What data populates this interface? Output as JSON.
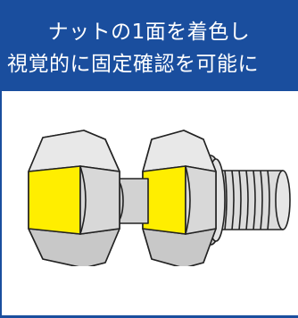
{
  "header": {
    "line1": "ナットの1面を着色し",
    "line2": "視覚的に固定確認を可能に"
  },
  "colors": {
    "header_bg": "#1a4e9e",
    "nut_face_highlight": "#ffee00",
    "metal_fill": "#dcdcdc",
    "outline": "#222222"
  },
  "illustration": {
    "icon": "bolt-with-double-nut-illustration"
  }
}
